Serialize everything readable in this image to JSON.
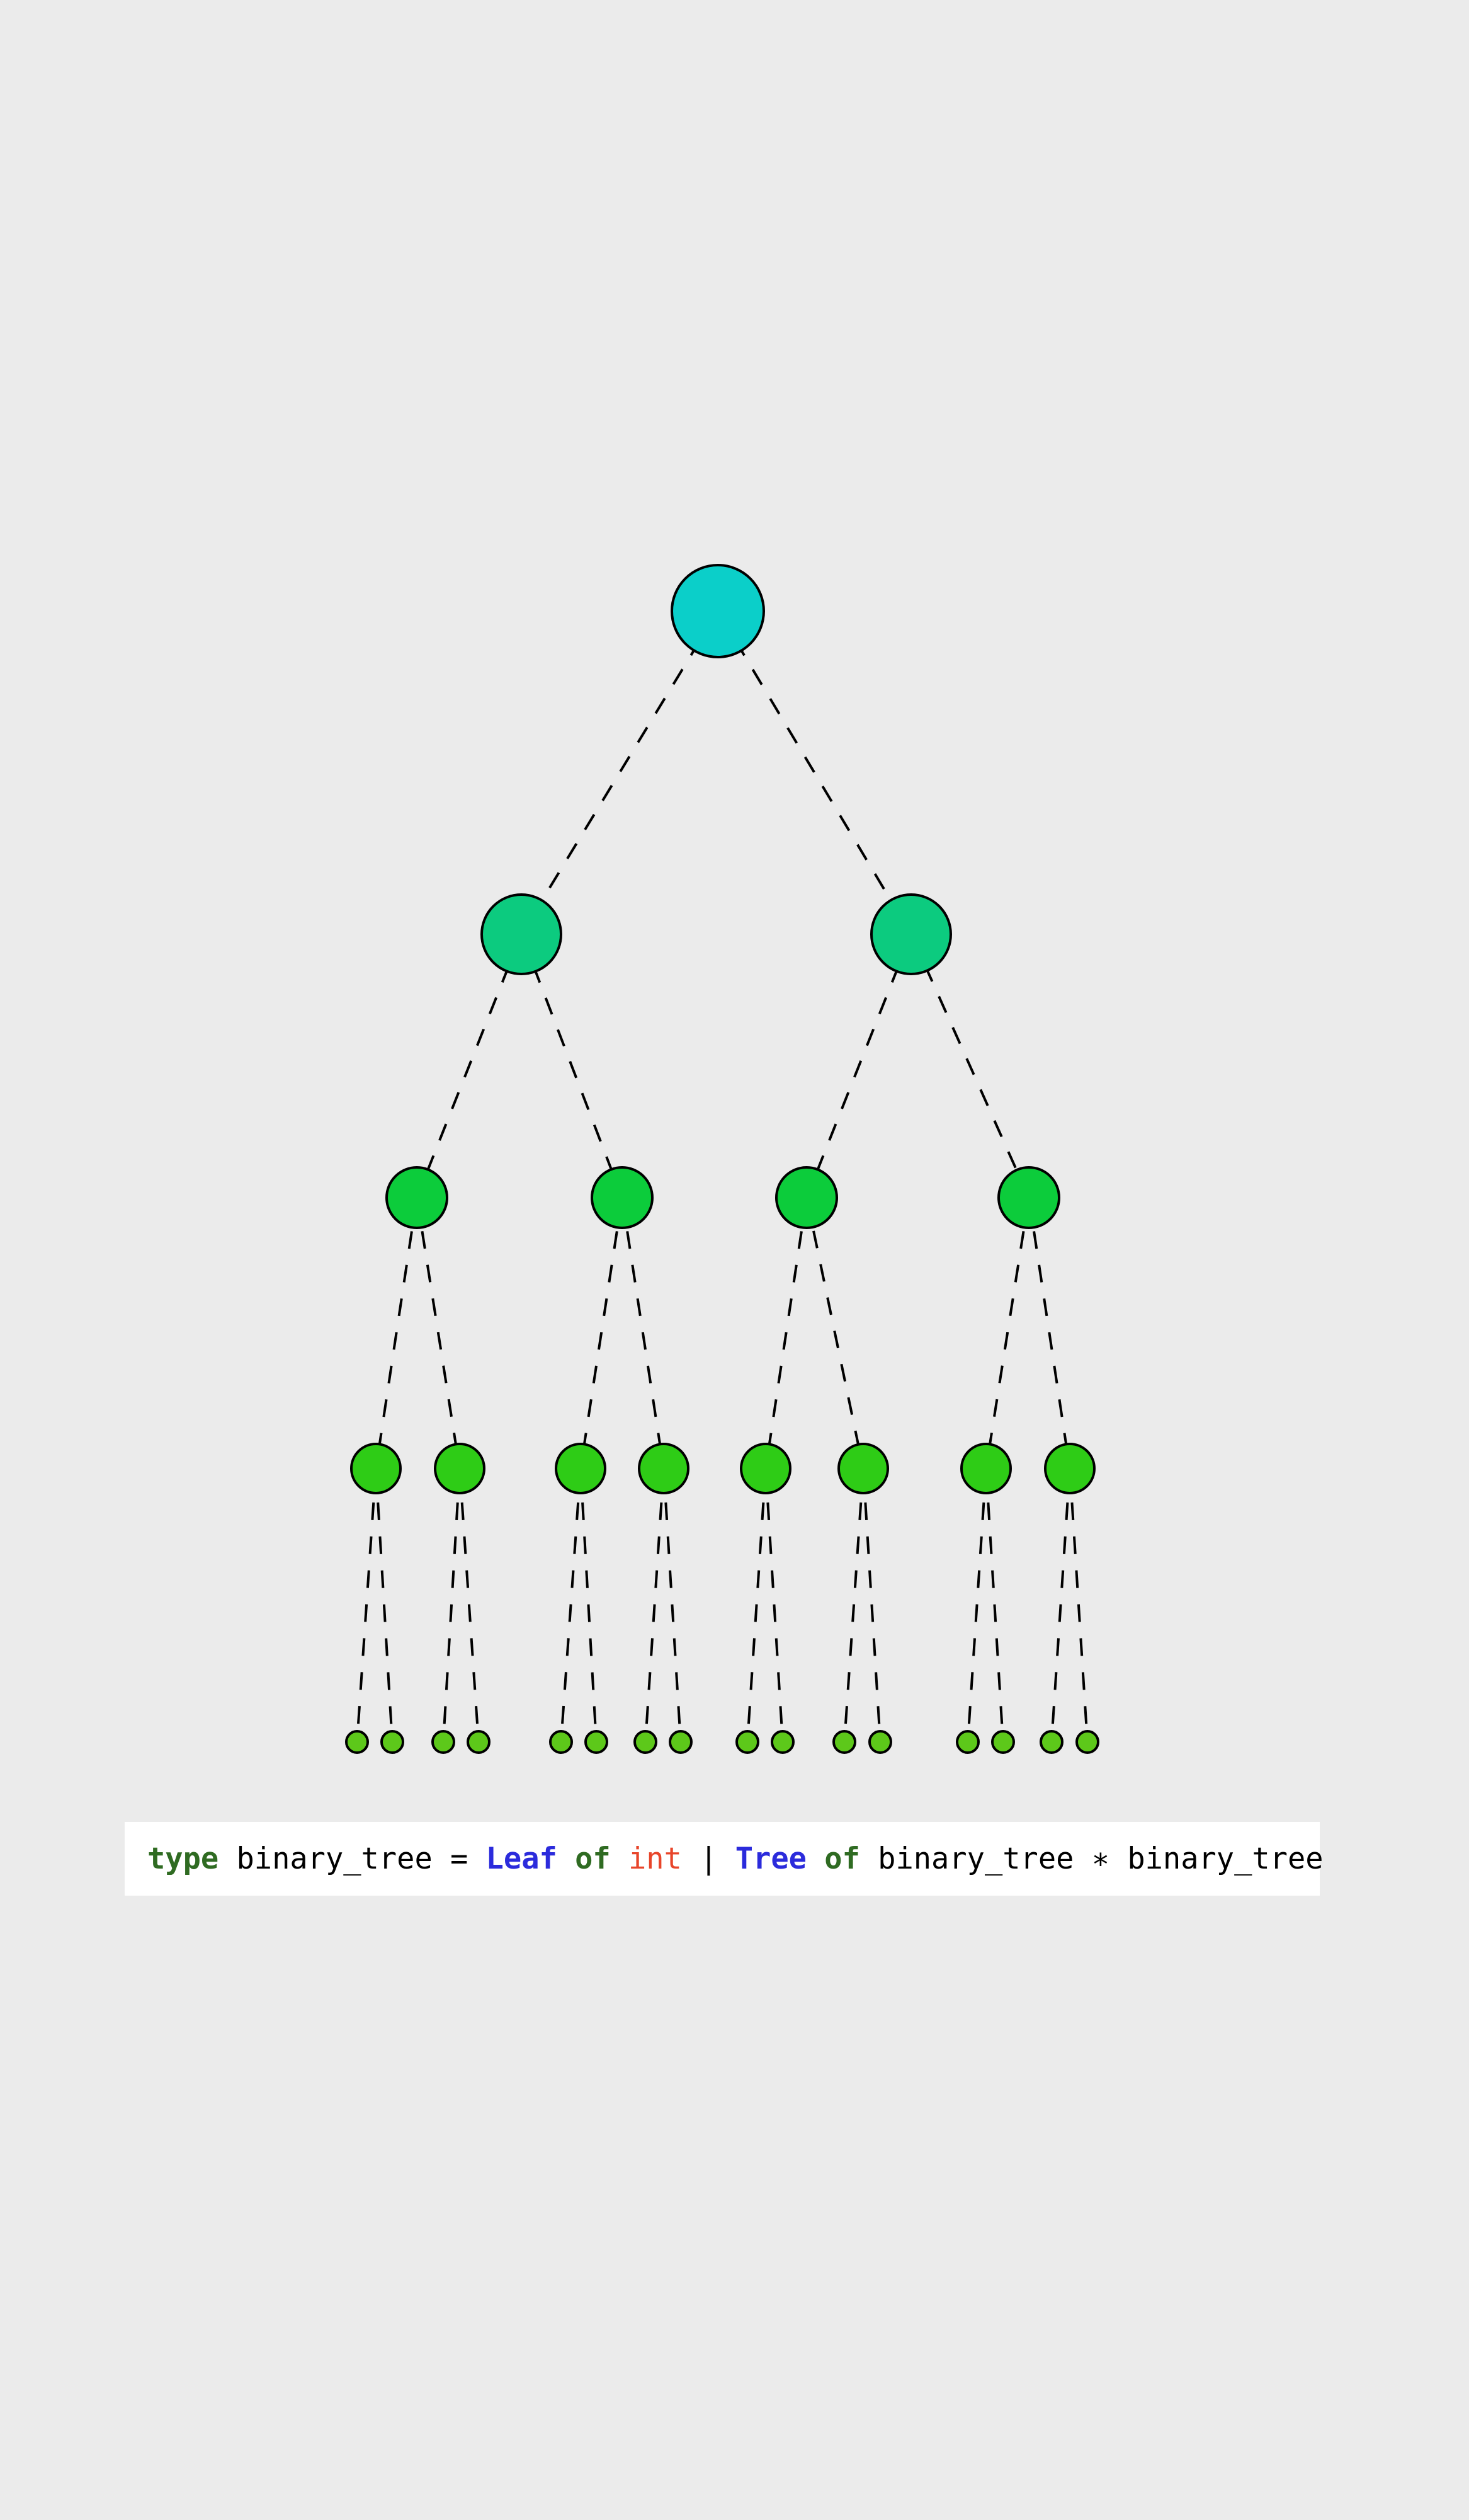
{
  "diagram": {
    "type": "binary-tree",
    "levels": 5,
    "colors": {
      "background": "#ebebeb",
      "level_0": "#0bcfc9",
      "level_1": "#0ccb7f",
      "level_2": "#0ccc3b",
      "level_3": "#2ecc16",
      "level_4": "#5dc81a",
      "edge": "#000000"
    },
    "edge_style": "dashed"
  },
  "code": {
    "tokens": [
      {
        "text": "type",
        "style": "kw"
      },
      {
        "text": " binary_tree = ",
        "style": "plain"
      },
      {
        "text": "Leaf",
        "style": "ctor"
      },
      {
        "text": " ",
        "style": "plain"
      },
      {
        "text": "of",
        "style": "kw"
      },
      {
        "text": " ",
        "style": "plain"
      },
      {
        "text": "int",
        "style": "typ"
      },
      {
        "text": " | ",
        "style": "plain"
      },
      {
        "text": "Tree",
        "style": "ctor"
      },
      {
        "text": " ",
        "style": "plain"
      },
      {
        "text": "of",
        "style": "kw"
      },
      {
        "text": " binary_tree ∗ binary_tree",
        "style": "plain"
      }
    ]
  }
}
